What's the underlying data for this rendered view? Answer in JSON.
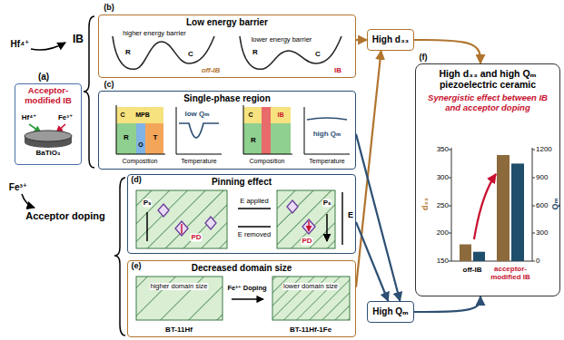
{
  "diagram": {
    "nodes": [
      {
        "text": [
          "Acceptor-modified IB"
        ]
      },
      {
        "text": [
          "Low energy barrier"
        ]
      },
      {
        "text": [
          "Single-phase region"
        ]
      },
      {
        "text": [
          "Pinning effect"
        ]
      },
      {
        "text": [
          "Decreased domain size"
        ]
      },
      {
        "text": [
          "High d₃₃"
        ]
      },
      {
        "text": [
          "High Qₘ"
        ]
      },
      {
        "text": [
          "High d₃₃ and high Qₘ piezoelectric ceramic",
          "Synergistic effect between IB and acceptor doping"
        ]
      }
    ],
    "edges": [
      {
        "from": 1,
        "to": 5,
        "arrow": "to"
      },
      {
        "from": 4,
        "to": 5,
        "arrow": "to"
      },
      {
        "from": 2,
        "to": 6,
        "arrow": "to"
      },
      {
        "from": 3,
        "to": 6,
        "arrow": "to"
      },
      {
        "from": 5,
        "to": 7,
        "arrow": "to"
      },
      {
        "from": 6,
        "to": 7,
        "arrow": "to"
      }
    ],
    "labels": [
      "(a)",
      "Hf⁴⁺",
      "IB",
      "Fe³⁺",
      "Acceptor doping",
      "Hf⁴⁺",
      "Fe³⁺",
      "BaTiO₃",
      "(b)",
      "higher energy barrier",
      "R",
      "C",
      "off-IB",
      "lower energy barrier",
      "R",
      "C",
      "IB",
      "(c)",
      "MPB",
      "C",
      "T",
      "R",
      "O",
      "Composition",
      "Temperature",
      "low Qₘ",
      "IB",
      "C",
      "R",
      "Composition",
      "Temperature",
      "high Qₘ",
      "(d)",
      "Pₛ",
      "PD",
      "E applied",
      "E removed",
      "PD",
      "Pₛ",
      "E",
      "(e)",
      "higher domain size",
      "BT-11Hf",
      "Fe³⁺ Doping",
      "lower domain size",
      "BT-11Hf-1Fe",
      "(f)",
      "d₃₃",
      "Qₘ",
      "150",
      "200",
      "250",
      "300",
      "350",
      "0",
      "300",
      "600",
      "900",
      "1200",
      "off-IB",
      "acceptor-modified IB"
    ]
  }
}
